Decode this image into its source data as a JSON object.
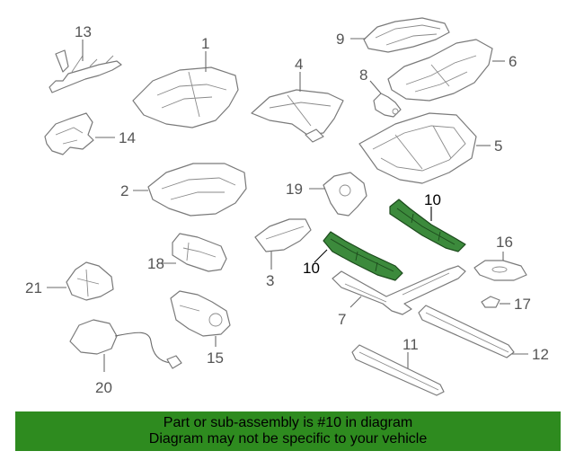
{
  "callouts": {
    "p1": "1",
    "p2": "2",
    "p3": "3",
    "p4": "4",
    "p5": "5",
    "p6": "6",
    "p7": "7",
    "p8": "8",
    "p9": "9",
    "p10a": "10",
    "p10b": "10",
    "p11": "11",
    "p12": "12",
    "p13": "13",
    "p14": "14",
    "p15": "15",
    "p16": "16",
    "p17": "17",
    "p18": "18",
    "p19": "19",
    "p20": "20",
    "p21": "21"
  },
  "banner": {
    "line1": "Part or sub-assembly is #10 in diagram",
    "line2": "Diagram may not be specific to your vehicle"
  },
  "colors": {
    "highlight": "#3c8a3c",
    "banner": "#2e8b1f"
  }
}
